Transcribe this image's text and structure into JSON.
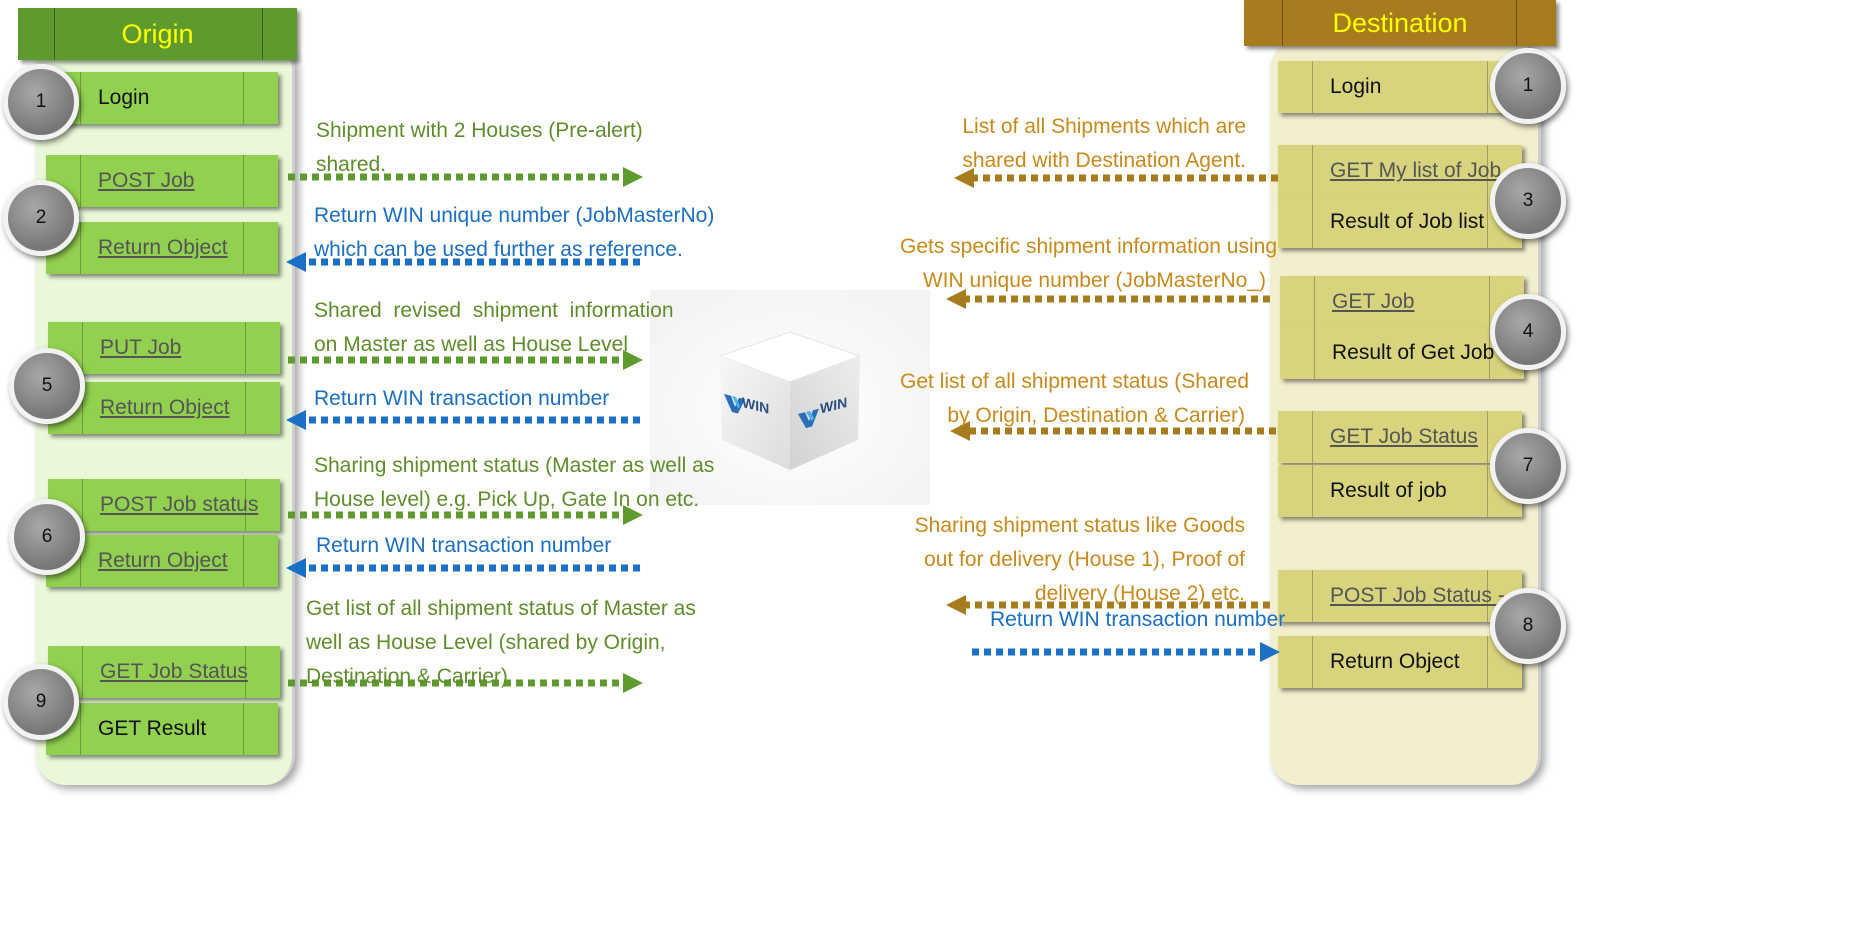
{
  "origin": {
    "title": "Origin",
    "header_color": "#5e9a2e",
    "panel_color": "#e8f8d8",
    "box_color": "#92d050",
    "steps": [
      {
        "num": "1",
        "items": [
          "Login"
        ]
      },
      {
        "num": "2",
        "items": [
          "POST Job",
          "Return Object"
        ]
      },
      {
        "num": "5",
        "items": [
          "PUT Job",
          "Return Object"
        ]
      },
      {
        "num": "6",
        "items": [
          "POST Job status",
          "Return Object"
        ]
      },
      {
        "num": "9",
        "items": [
          "GET Job Status",
          "GET Result"
        ]
      }
    ]
  },
  "destination": {
    "title": "Destination",
    "header_color": "#a67c1e",
    "panel_color": "#f2efcf",
    "box_color": "#d8d47e",
    "steps": [
      {
        "num": "1",
        "items": [
          "Login"
        ]
      },
      {
        "num": "3",
        "items": [
          "GET My list of Job",
          "Result of Job list"
        ]
      },
      {
        "num": "4",
        "items": [
          "GET Job",
          "Result of Get Job"
        ]
      },
      {
        "num": "7",
        "items": [
          "GET Job Status",
          "Result of job"
        ]
      },
      {
        "num": "8",
        "items": [
          "POST Job Status -",
          "Return Object"
        ]
      }
    ]
  },
  "origin_notes": [
    {
      "lines": [
        "Shipment with 2 Houses (Pre-alert)",
        "shared."
      ]
    },
    {
      "lines": [
        "Return WIN unique number (JobMasterNo)",
        "which can be used further as reference."
      ]
    },
    {
      "lines": [
        "Shared  revised  shipment  information",
        "on Master as well as House Level"
      ]
    },
    {
      "lines": [
        "Return WIN transaction number"
      ]
    },
    {
      "lines": [
        "Sharing shipment status (Master as well as",
        "House level) e.g. Pick Up, Gate In on etc."
      ]
    },
    {
      "lines": [
        "Return WIN transaction number"
      ]
    },
    {
      "lines": [
        "Get list of all shipment status of Master as",
        "well as House Level (shared by Origin,",
        "Destination & Carrier)"
      ]
    }
  ],
  "destination_notes": [
    {
      "lines": [
        "List of all Shipments which are",
        "shared with Destination Agent."
      ]
    },
    {
      "lines": [
        "Gets specific shipment information using",
        "WIN unique number (JobMasterNo_)"
      ]
    },
    {
      "lines": [
        "Get list of all shipment status (Shared",
        "by Origin, Destination & Carrier)"
      ]
    },
    {
      "lines": [
        "Sharing shipment status like Goods",
        "out for delivery (House 1), Proof of",
        "delivery (House 2) etc."
      ]
    },
    {
      "lines": [
        "Return WIN transaction number"
      ]
    }
  ],
  "hub": {
    "logo_text": "WIN",
    "icon": "win-cube-icon"
  },
  "colors": {
    "green_arrow": "#5e9a2e",
    "blue_arrow": "#1b6fc5",
    "brown_arrow": "#a67c1e",
    "yellow_title": "#ffff00"
  }
}
